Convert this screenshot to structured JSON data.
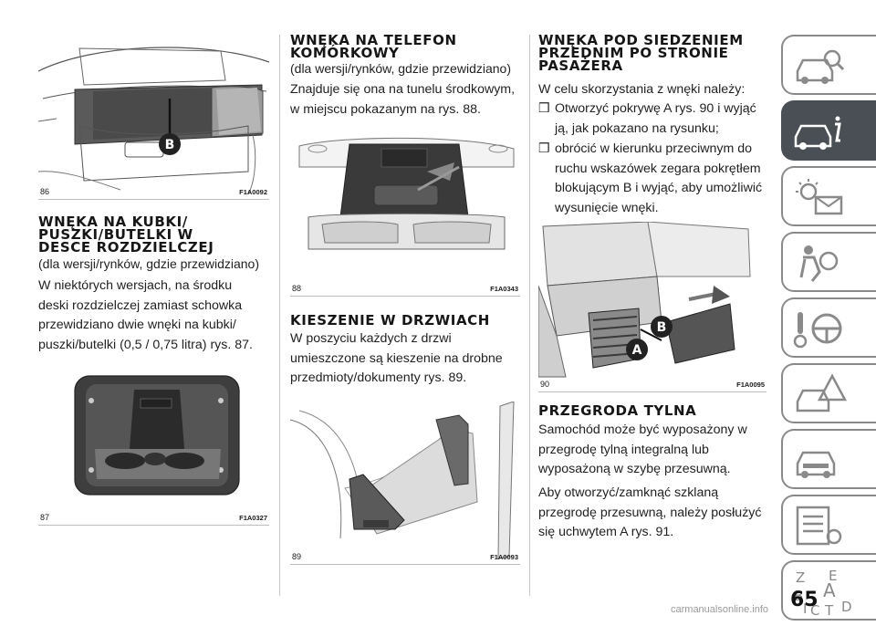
{
  "page_number": "65",
  "footer": "carmanualsonline.info",
  "figures": [
    {
      "num": "86",
      "code": "F1A0092"
    },
    {
      "num": "87",
      "code": "F1A0327"
    },
    {
      "num": "88",
      "code": "F1A0343"
    },
    {
      "num": "89",
      "code": "F1A0093"
    },
    {
      "num": "90",
      "code": "F1A0095"
    }
  ],
  "callouts": {
    "b": "B",
    "a": "A"
  },
  "col1": {
    "heading": [
      "WNĘKA NA KUBKI/",
      "PUSZKI/BUTELKI W",
      "DESCE ROZDZIELCZEJ"
    ],
    "subtitle": "(dla wersji/rynków, gdzie przewidziano)",
    "body": [
      "W niektórych wersjach, na środku",
      "deski rozdzielczej zamiast schowka",
      "przewidziano dwie wnęki na kubki/",
      "puszki/butelki (0,5 / 0,75 litra) rys. 87."
    ]
  },
  "col2": {
    "heading1": [
      "WNĘKA NA TELEFON",
      "KOMÓRKOWY"
    ],
    "subtitle1": "(dla wersji/rynków, gdzie przewidziano)",
    "body1": [
      "Znajduje się ona na tunelu środkowym,",
      "w miejscu pokazanym na rys. 88."
    ],
    "heading2": "KIESZENIE W DRZWIACH",
    "body2": [
      "W poszyciu każdych z drzwi",
      "umieszczone są kieszenie na drobne",
      "przedmioty/dokumenty rys. 89."
    ]
  },
  "col3": {
    "heading1": [
      "WNĘKA POD SIEDZENIEM",
      "PRZEDNIM PO STRONIE",
      "PASAŻERA"
    ],
    "intro": "W celu skorzystania z wnęki należy:",
    "bullet_mark": "❒",
    "bullets": [
      [
        "Otworzyć pokrywę A rys. 90 i wyjąć",
        "ją, jak pokazano na rysunku;"
      ],
      [
        "obrócić w kierunku przeciwnym do",
        "ruchu wskazówek zegara pokrętłem",
        "blokującym B i wyjąć, aby umożliwić",
        "wysunięcie wnęki."
      ]
    ],
    "heading2": "PRZEGRODA TYLNA",
    "body2": [
      "Samochód może być wyposażony w",
      "przegrodę tylną integralną lub",
      "wyposażoną w szybę przesuwną."
    ],
    "body3": [
      "Aby otworzyć/zamknąć szklaną",
      "przegrodę przesuwną, należy posłużyć",
      "się uchwytem A rys. 91."
    ]
  },
  "sidebar_tabs": [
    {
      "icon": "car-search-icon",
      "active": false
    },
    {
      "icon": "car-info-icon",
      "active": true
    },
    {
      "icon": "warning-light-message-icon",
      "active": false
    },
    {
      "icon": "airbag-safety-icon",
      "active": false
    },
    {
      "icon": "key-steering-wheel-icon",
      "active": false
    },
    {
      "icon": "breakdown-warning-triangle-icon",
      "active": false
    },
    {
      "icon": "car-maintenance-icon",
      "active": false
    },
    {
      "icon": "technical-data-list-icon",
      "active": false
    },
    {
      "icon": "alphabetical-index-icon",
      "active": false
    }
  ],
  "index_letters": [
    "Z",
    "E",
    "B",
    "A",
    "I",
    "C",
    "T",
    "D"
  ],
  "colors": {
    "tab_active": "#4a4f55",
    "tab_border": "#8a8a8a",
    "text": "#1a1a1a"
  }
}
